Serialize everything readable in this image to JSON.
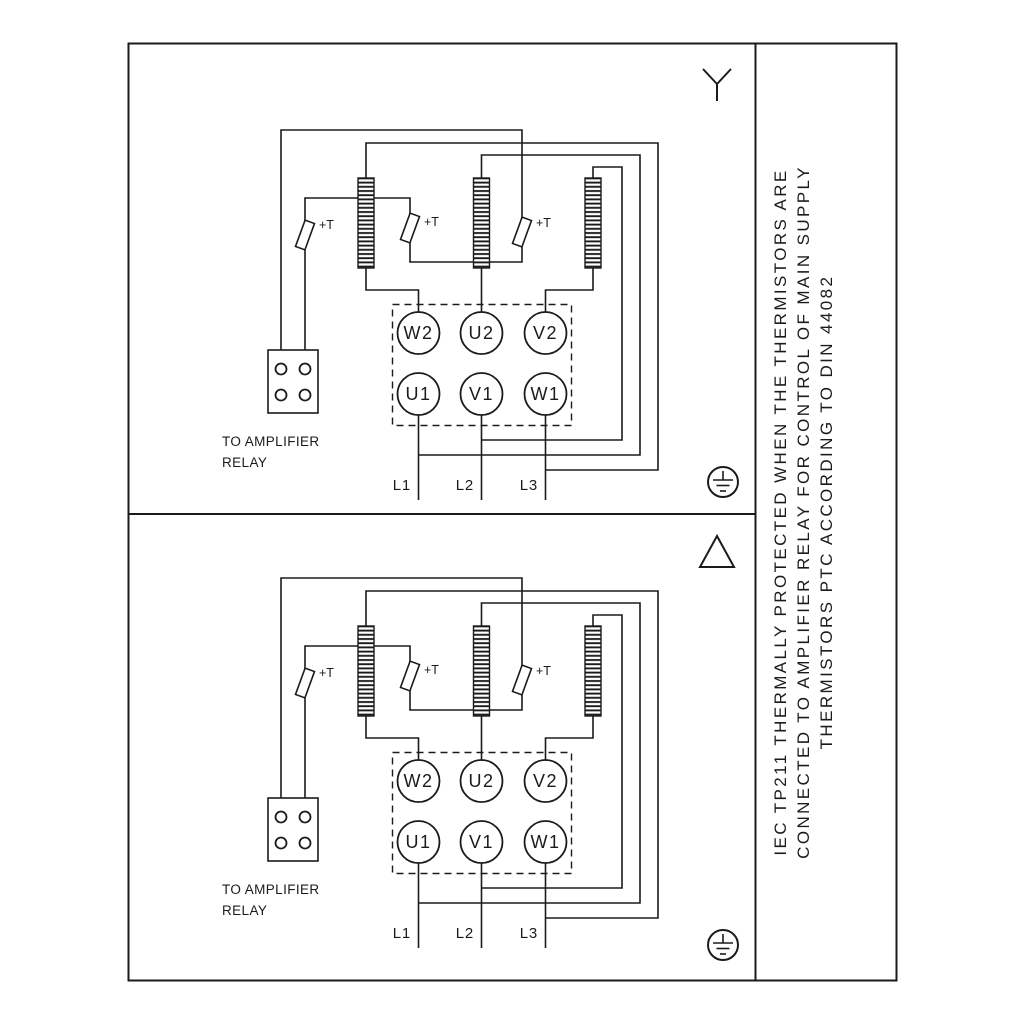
{
  "diagram": {
    "sidebar_note_lines": [
      "IEC TP211 THERMALLY PROTECTED WHEN THE THERMISTORS ARE",
      "CONNECTED TO AMPLIFIER RELAY FOR CONTROL OF MAIN SUPPLY",
      "THERMISTORS PTC ACCORDING TO DIN 44082"
    ],
    "panels": [
      {
        "connection_symbol": "star",
        "terminals_top": [
          "W2",
          "U2",
          "V2"
        ],
        "terminals_bottom": [
          "U1",
          "V1",
          "W1"
        ],
        "thermistor_labels": [
          "+T",
          "+T",
          "+T"
        ],
        "amplifier_note_line1": "TO AMPLIFIER",
        "amplifier_note_line2": "RELAY",
        "supply_labels": [
          "L1",
          "L2",
          "L3"
        ]
      },
      {
        "connection_symbol": "delta",
        "terminals_top": [
          "W2",
          "U2",
          "V2"
        ],
        "terminals_bottom": [
          "U1",
          "V1",
          "W1"
        ],
        "thermistor_labels": [
          "+T",
          "+T",
          "+T"
        ],
        "amplifier_note_line1": "TO AMPLIFIER",
        "amplifier_note_line2": "RELAY",
        "supply_labels": [
          "L1",
          "L2",
          "L3"
        ]
      }
    ],
    "colors": {
      "stroke": "#1b1b1b",
      "background": "#ffffff"
    }
  }
}
